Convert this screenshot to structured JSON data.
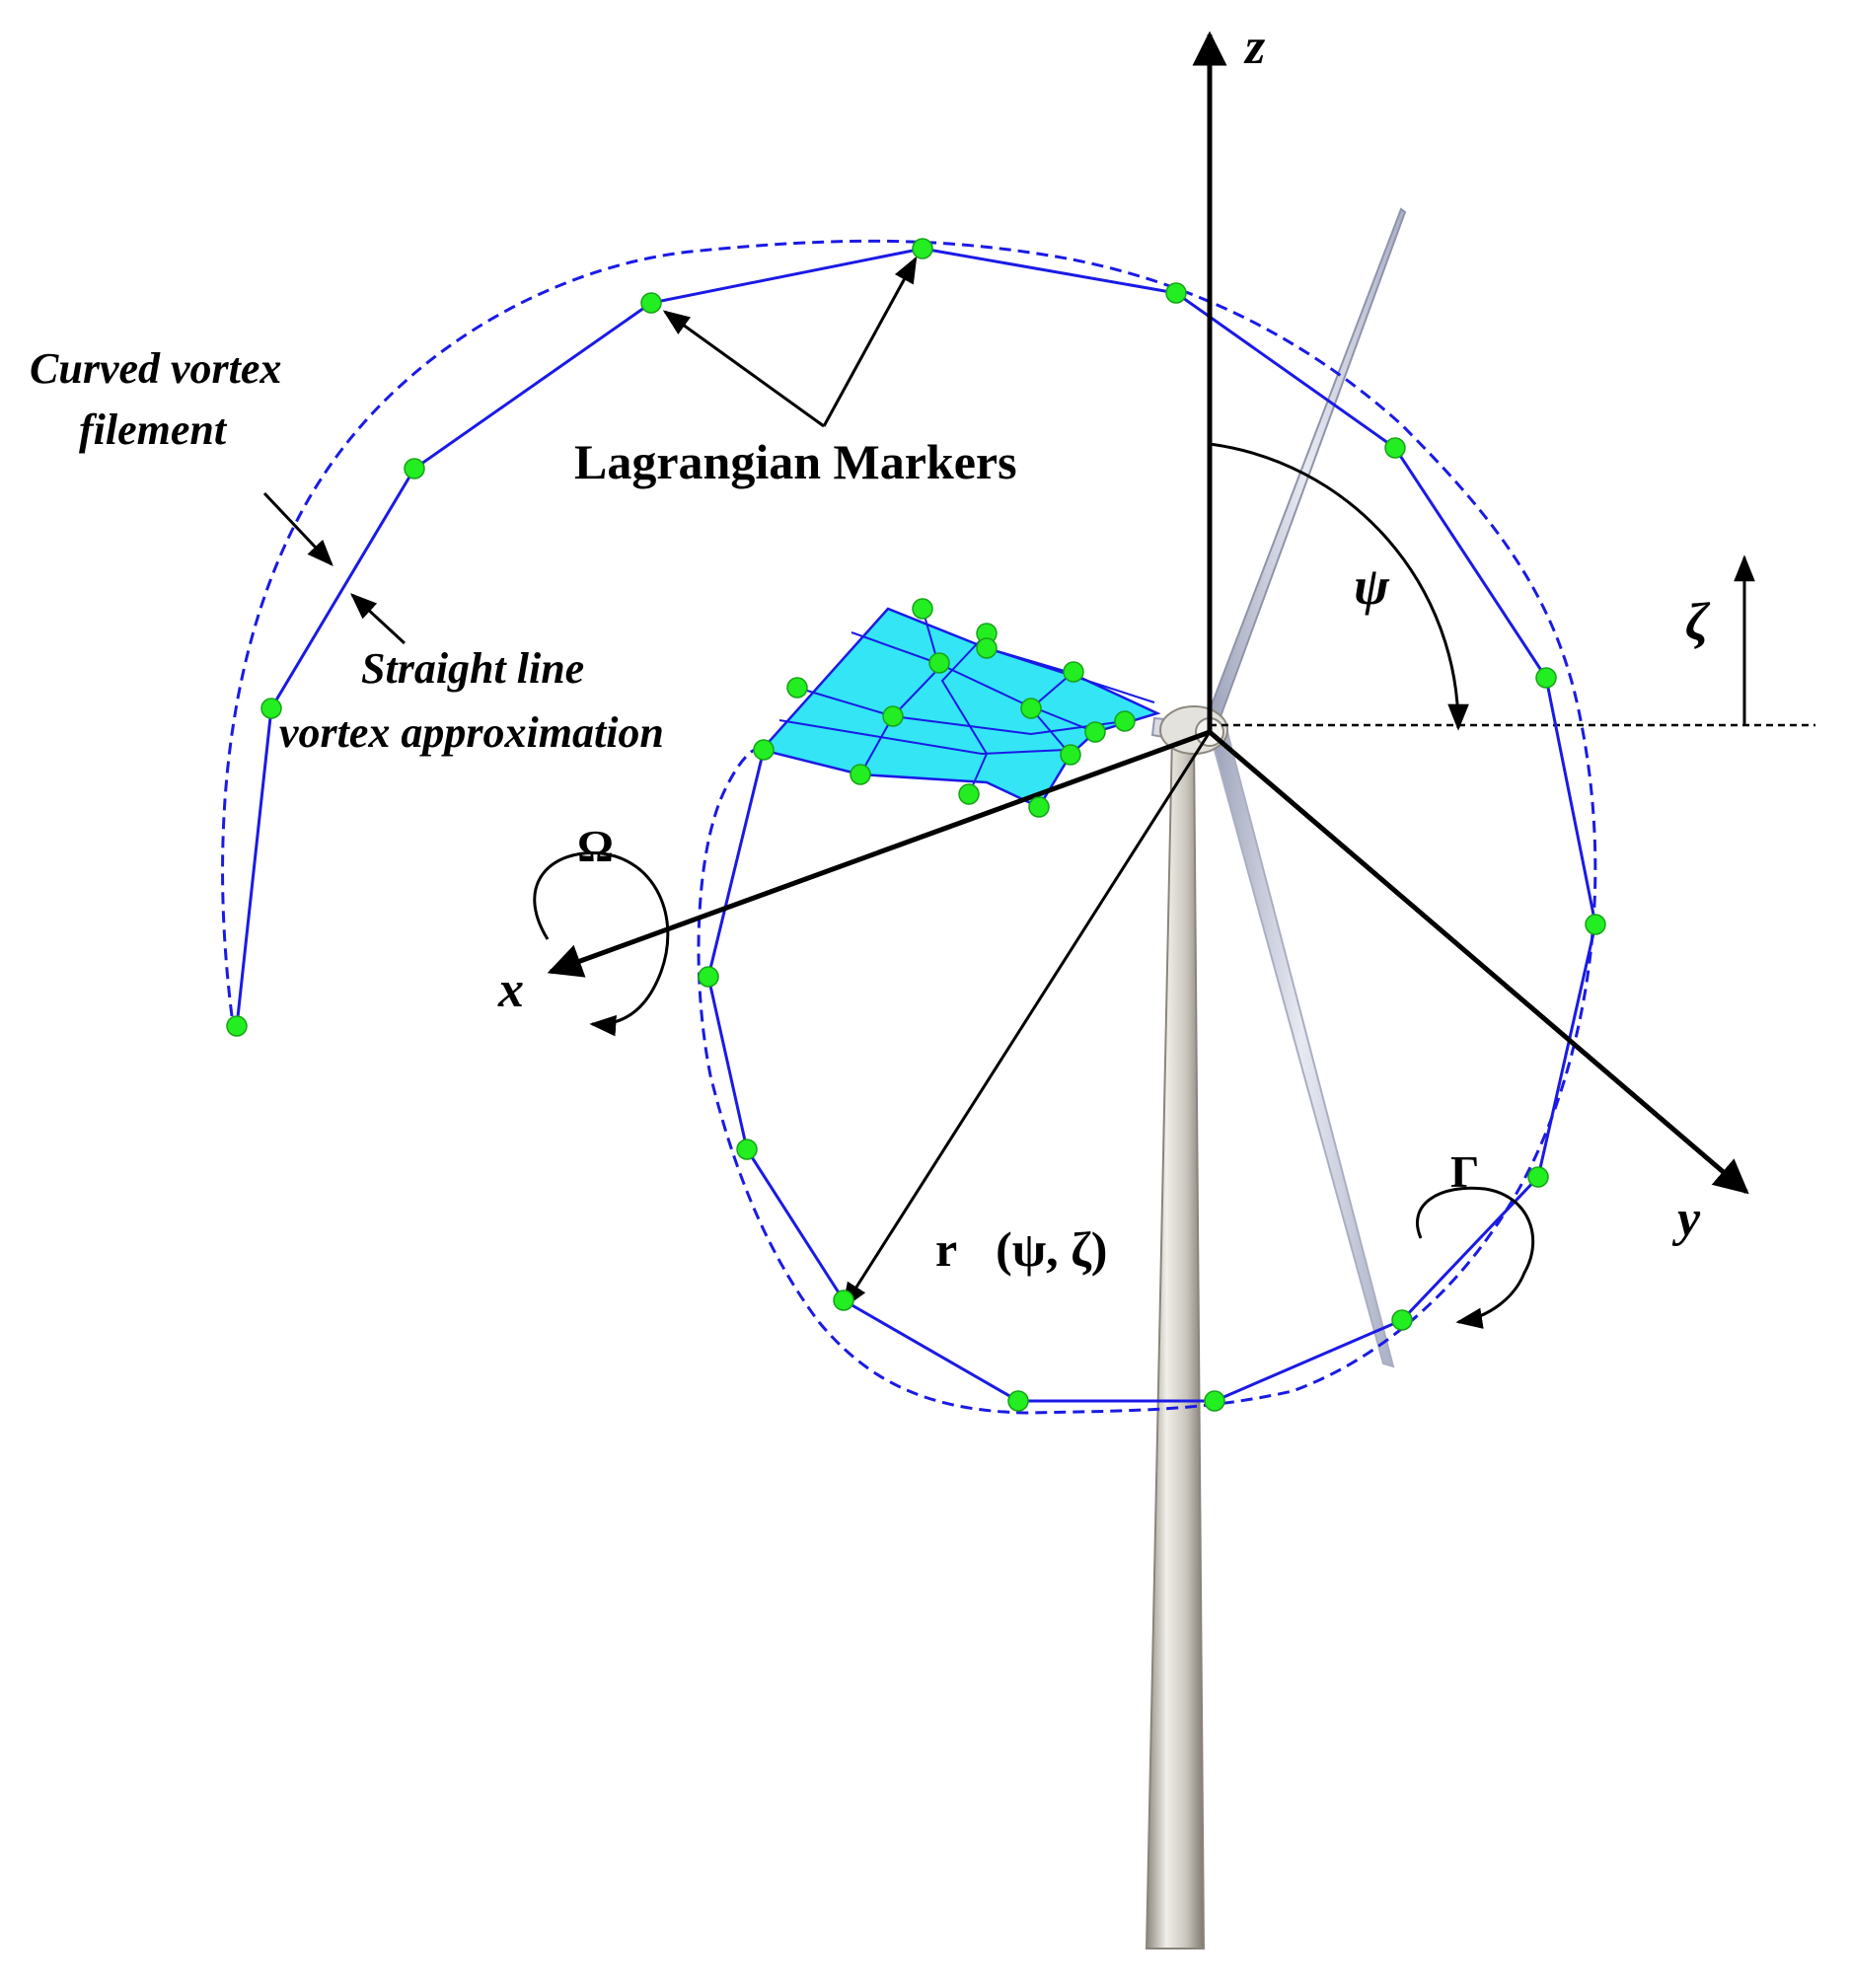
{
  "labels": {
    "curved_vortex_line1": "Curved vortex",
    "curved_vortex_line2": "filement",
    "straight_line_line1": "Straight line",
    "straight_line_line2": "vortex approximation",
    "lagrangian_markers": "Lagrangian Markers",
    "axis_z": "z",
    "axis_x": "x",
    "axis_y": "y",
    "psi": "ψ",
    "zeta": "ζ",
    "omega": "Ω",
    "gamma": "Γ",
    "radius_vector": "r⃗(ψ, ζ)"
  },
  "colors": {
    "vortex_line": "#1a1ae6",
    "marker": "#22ee22",
    "blade_panel": "#33e5f5",
    "axis": "#000000",
    "tower": "#c8c4bc"
  },
  "icons": {
    "marker": "lagrangian-marker-dot",
    "rotation": "curved-rotation-arrow"
  }
}
